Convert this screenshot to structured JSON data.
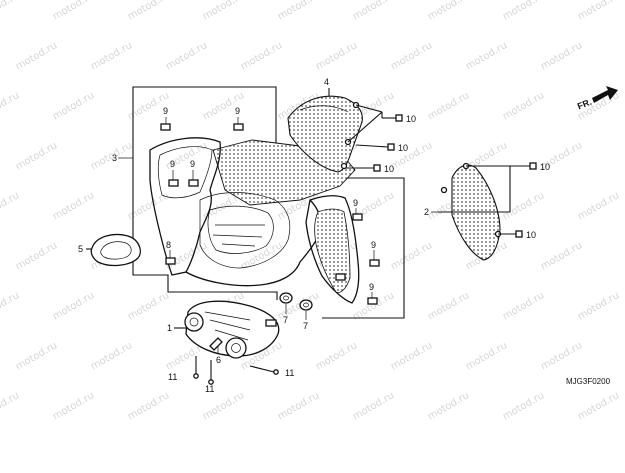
{
  "diagram": {
    "code": "MJG3F0200",
    "direction_label": "FR.",
    "watermark": "motod.ru",
    "callouts": {
      "p1": "1",
      "p2": "2",
      "p3": "3",
      "p4": "4",
      "p5": "5",
      "p6": "6",
      "p7a": "7",
      "p7b": "7",
      "p8": "8",
      "p9a": "9",
      "p9b": "9",
      "p9c": "9",
      "p9d": "9",
      "p9e": "9",
      "p9f": "9",
      "p9g": "9",
      "p10a": "10",
      "p10b": "10",
      "p10c": "10",
      "p10d": "10",
      "p10e": "10",
      "p11a": "11",
      "p11b": "11",
      "p11c": "11"
    }
  }
}
